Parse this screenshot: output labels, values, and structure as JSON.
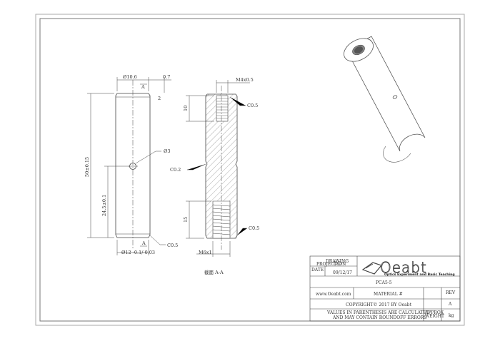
{
  "drawing": {
    "dims": {
      "dia_top": "Ø10.6",
      "chamfer_top": "0.7",
      "angle": "2",
      "length_total": "50±0.15",
      "hole_dia": "Ø3",
      "hole_pos": "24.5±0.1",
      "dia_bottom": "Ø12 -0.1/-0.03",
      "chamfer_bottom": "C0.5",
      "section_a_top": "A",
      "section_a_bottom": "A",
      "thread_top": "M4x0.5",
      "thread_top_depth": "10",
      "chamfer_c05_top": "C0.5",
      "groove": "C0.2",
      "thread_bottom_depth": "15",
      "chamfer_c05_bottom": "C0.5",
      "thread_bottom": "M6x1",
      "section_label": "截面 A-A"
    }
  },
  "title_block": {
    "drawing_projection": "DRAWING PROJECTION",
    "date_label": "DATE",
    "date_value": "09/12/17",
    "part_number": "PCA5-5",
    "website": "www.Oeabt.com",
    "material": "MATERIAL #",
    "rev_label": "REV",
    "rev_value": "A",
    "copyright": "COPYRIGHT© 2017 BY Oeabt",
    "note_line1": "VALUES IN PARENTHESIS ARE CALCULATED",
    "note_line2": "AND MAY CONTAIN ROUNDOFF ERRORS",
    "approx_weight": "APPROX WEIGHT",
    "kg": "kg",
    "brand": "Oeabt",
    "brand_tagline": "Optics Experiment and Basic Teaching"
  }
}
